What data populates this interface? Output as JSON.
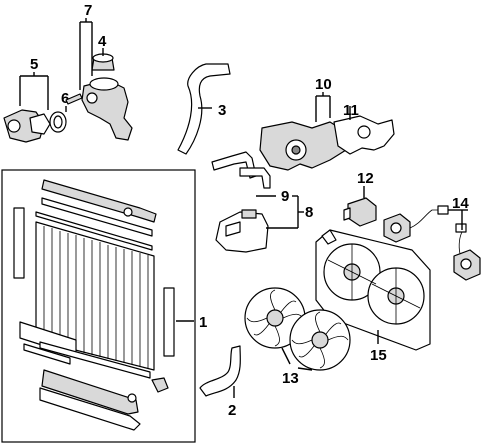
{
  "callouts": [
    {
      "id": "1",
      "label": "1"
    },
    {
      "id": "2",
      "label": "2"
    },
    {
      "id": "3",
      "label": "3"
    },
    {
      "id": "4",
      "label": "4"
    },
    {
      "id": "5",
      "label": "5"
    },
    {
      "id": "6",
      "label": "6"
    },
    {
      "id": "7",
      "label": "7"
    },
    {
      "id": "8",
      "label": "8"
    },
    {
      "id": "9",
      "label": "9"
    },
    {
      "id": "10",
      "label": "10"
    },
    {
      "id": "11",
      "label": "11"
    },
    {
      "id": "12",
      "label": "12"
    },
    {
      "id": "13",
      "label": "13"
    },
    {
      "id": "14",
      "label": "14"
    },
    {
      "id": "15",
      "label": "15"
    }
  ],
  "colors": {
    "line": "#000000",
    "background": "#ffffff",
    "shade": "#bdbdbd"
  }
}
